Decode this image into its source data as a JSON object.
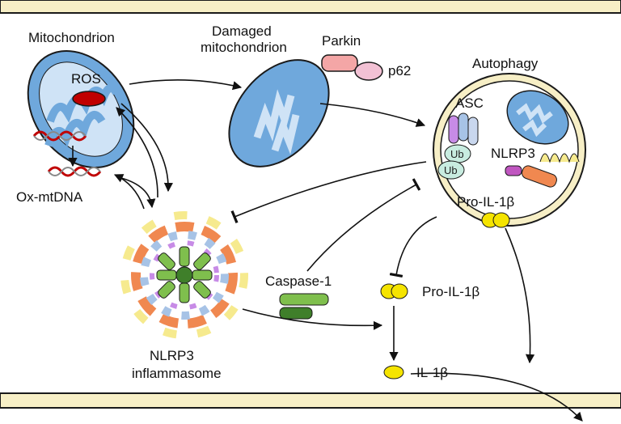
{
  "labels": {
    "mitochondrion": "Mitochondrion",
    "ros": "ROS",
    "ox_mtdna": "Ox-mtDNA",
    "damaged_line1": "Damaged",
    "damaged_line2": "mitochondrion",
    "parkin": "Parkin",
    "p62": "p62",
    "autophagy": "Autophagy",
    "asc": "ASC",
    "ub1": "Ub",
    "ub2": "Ub",
    "nlrp3": "NLRP3",
    "pro_il1b_inside": "Pro-IL-1β",
    "caspase1": "Caspase-1",
    "pro_il1b": "Pro-IL-1β",
    "il1b": "IL-1β",
    "inflammasome_line1": "NLRP3",
    "inflammasome_line2": "inflammasome"
  },
  "colors": {
    "membrane": "#f7efc6",
    "membrane_stroke": "#1a1a1a",
    "mito_blue": "#6fa8dc",
    "mito_light": "#cfe3f6",
    "ros_red": "#c00000",
    "parkin_pink": "#f4a6a6",
    "p62_pink": "#f2c1d4",
    "il1b_yellow": "#f5e400",
    "caspase_green": "#7fbf4d",
    "caspase_dark": "#3f7f2a"
  }
}
